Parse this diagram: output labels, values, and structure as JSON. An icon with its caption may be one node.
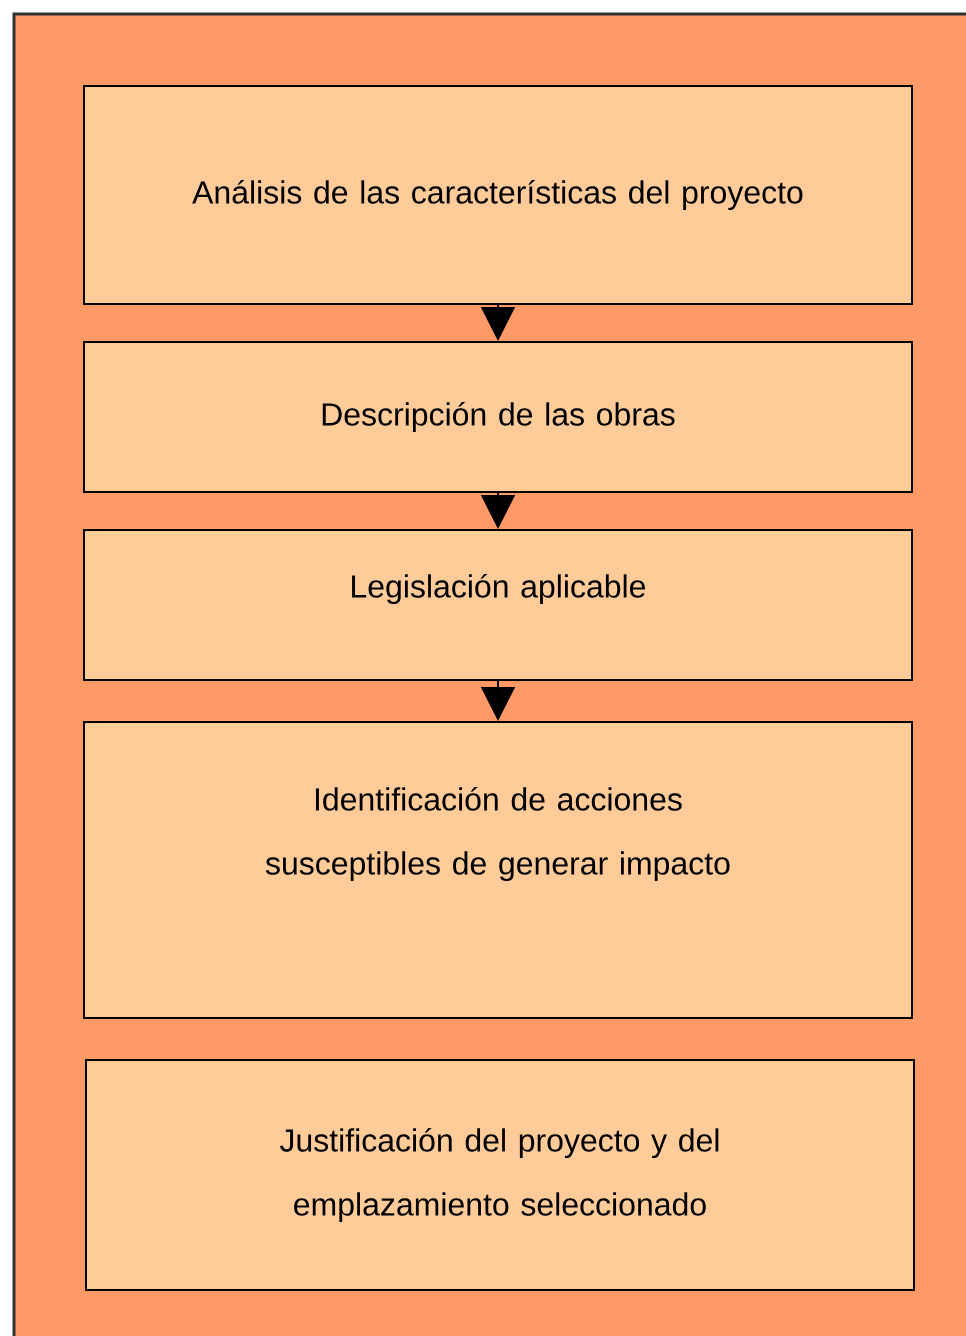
{
  "diagram": {
    "nodes": [
      {
        "text": [
          "Análisis de las características del proyecto"
        ]
      },
      {
        "text": [
          "Descripción de las obras"
        ]
      },
      {
        "text": [
          "Legislación aplicable"
        ]
      },
      {
        "text": [
          "Identificación de acciones susceptibles de generar impacto"
        ]
      },
      {
        "text": [
          "Justificación del proyecto y del emplazamiento seleccionado"
        ]
      }
    ],
    "edges": [
      {
        "from": 0,
        "to": 1,
        "arrow": "to"
      },
      {
        "from": 1,
        "to": 2,
        "arrow": "to"
      },
      {
        "from": 2,
        "to": 3,
        "arrow": "to"
      }
    ]
  }
}
